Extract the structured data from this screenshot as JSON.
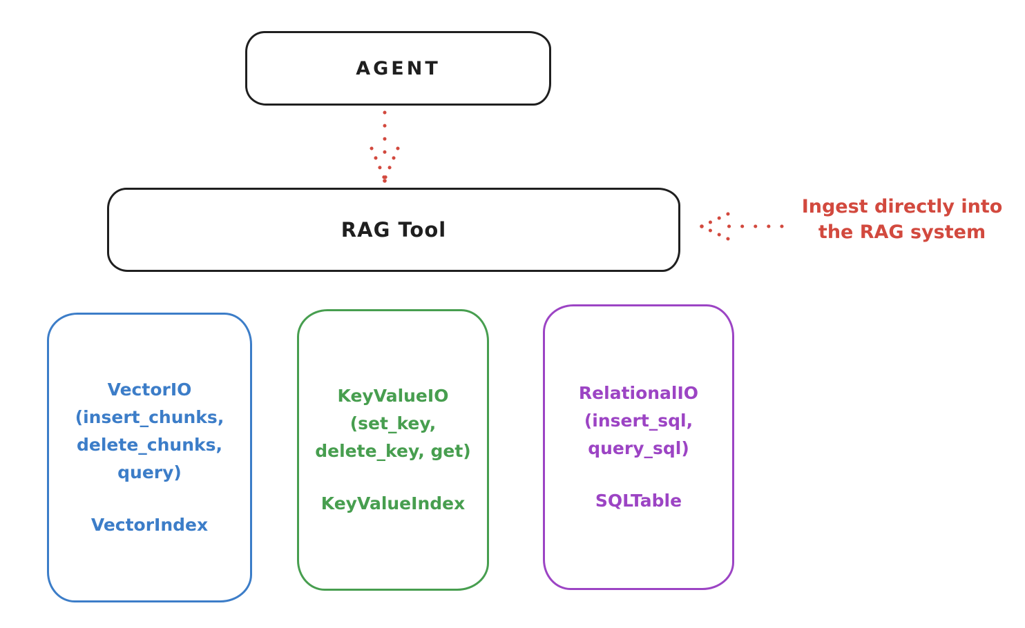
{
  "diagram": {
    "background": "#ffffff",
    "nodes": {
      "agent": {
        "label": "AGENT",
        "border_color": "#1f1f1f",
        "text_color": "#1f1f1f"
      },
      "rag_tool": {
        "label": "RAG Tool",
        "border_color": "#1f1f1f",
        "text_color": "#1f1f1f"
      },
      "vector_io": {
        "lines": "VectorIO\n(insert_chunks,\ndelete_chunks,\nquery)",
        "index_label": "VectorIndex",
        "color": "#3c7dc8"
      },
      "key_value_io": {
        "lines": "KeyValueIO\n(set_key,\ndelete_key, get)",
        "index_label": "KeyValueIndex",
        "color": "#479e4f"
      },
      "relational_io": {
        "lines": "RelationalIO\n(insert_sql,\nquery_sql)",
        "index_label": "SQLTable",
        "color": "#9c44c4"
      }
    },
    "annotation": {
      "text": "Ingest directly into\nthe RAG system",
      "color": "#d2493e"
    },
    "arrows": [
      {
        "name": "agent-to-rag",
        "style": "dotted",
        "color": "#d2493e",
        "direction": "down"
      },
      {
        "name": "annotation-to-rag",
        "style": "dotted",
        "color": "#d2493e",
        "direction": "left"
      }
    ]
  }
}
